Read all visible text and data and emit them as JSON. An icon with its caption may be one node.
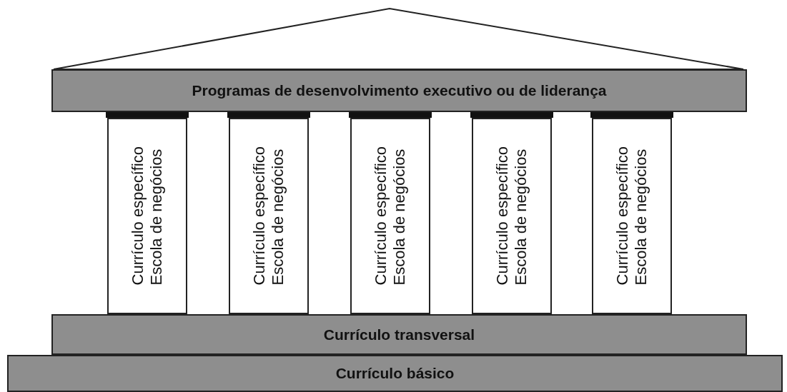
{
  "diagram": {
    "nodes": [
      {
        "text": [
          "Programas de desenvolvimento executivo ou de liderança"
        ]
      },
      {
        "text": [
          "Currículo específico",
          "Escola de negócios"
        ]
      },
      {
        "text": [
          "Currículo específico",
          "Escola de negócios"
        ]
      },
      {
        "text": [
          "Currículo específico",
          "Escola de negócios"
        ]
      },
      {
        "text": [
          "Currículo específico",
          "Escola de negócios"
        ]
      },
      {
        "text": [
          "Currículo específico",
          "Escola de negócios"
        ]
      },
      {
        "text": [
          "Currículo transversal"
        ]
      },
      {
        "text": [
          "Currículo básico"
        ]
      }
    ]
  }
}
